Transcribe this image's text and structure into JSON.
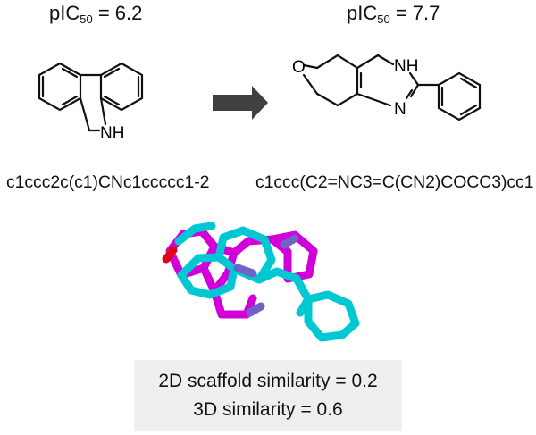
{
  "left_compound": {
    "activity": {
      "prefix": "pIC",
      "subscript": "50",
      "value": "= 6.2"
    },
    "atom_label_nh": "NH",
    "smiles": "c1ccc2c(c1)CNc1ccccc1-2"
  },
  "right_compound": {
    "activity": {
      "prefix": "pIC",
      "subscript": "50",
      "value": "= 7.7"
    },
    "atom_label_o": "O",
    "atom_label_nh": "NH",
    "atom_label_n": "N",
    "smiles": "c1ccc(C2=NC3=C(CN2)COCC3)cc1"
  },
  "overlay_colors": {
    "ligand_a": "#00c8d2",
    "ligand_b": "#d200d8",
    "nitrogen": "#6e64c8",
    "oxygen": "#e0001a"
  },
  "similarity": {
    "line_2d": "2D scaffold similarity = 0.2",
    "line_3d": "3D similarity = 0.6"
  }
}
